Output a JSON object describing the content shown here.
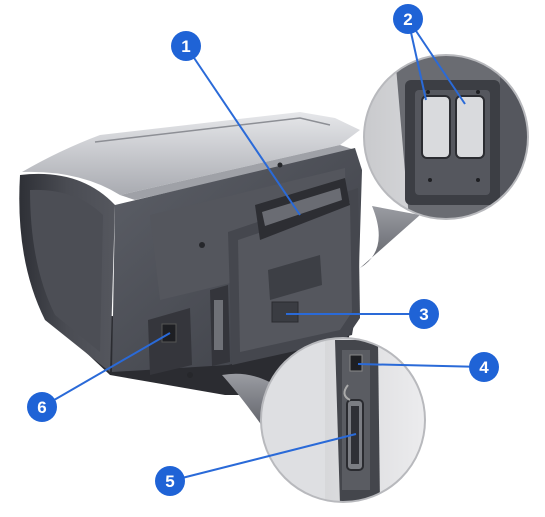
{
  "figure": {
    "colors": {
      "callout_fill": "#1f63d6",
      "callout_text": "#ffffff",
      "leader_line": "#2a6ad8",
      "printer_body": "#4d4f56",
      "printer_dark": "#2f3036",
      "printer_top": "#d3d4d8"
    },
    "callouts": [
      {
        "id": "1",
        "label": "1",
        "part": "rear-handle"
      },
      {
        "id": "2",
        "label": "2",
        "part": "memory-slot-covers"
      },
      {
        "id": "3",
        "label": "3",
        "part": "rear-access-panel"
      },
      {
        "id": "4",
        "label": "4",
        "part": "usb-port"
      },
      {
        "id": "5",
        "label": "5",
        "part": "parallel-port"
      },
      {
        "id": "6",
        "label": "6",
        "part": "power-socket"
      }
    ]
  }
}
